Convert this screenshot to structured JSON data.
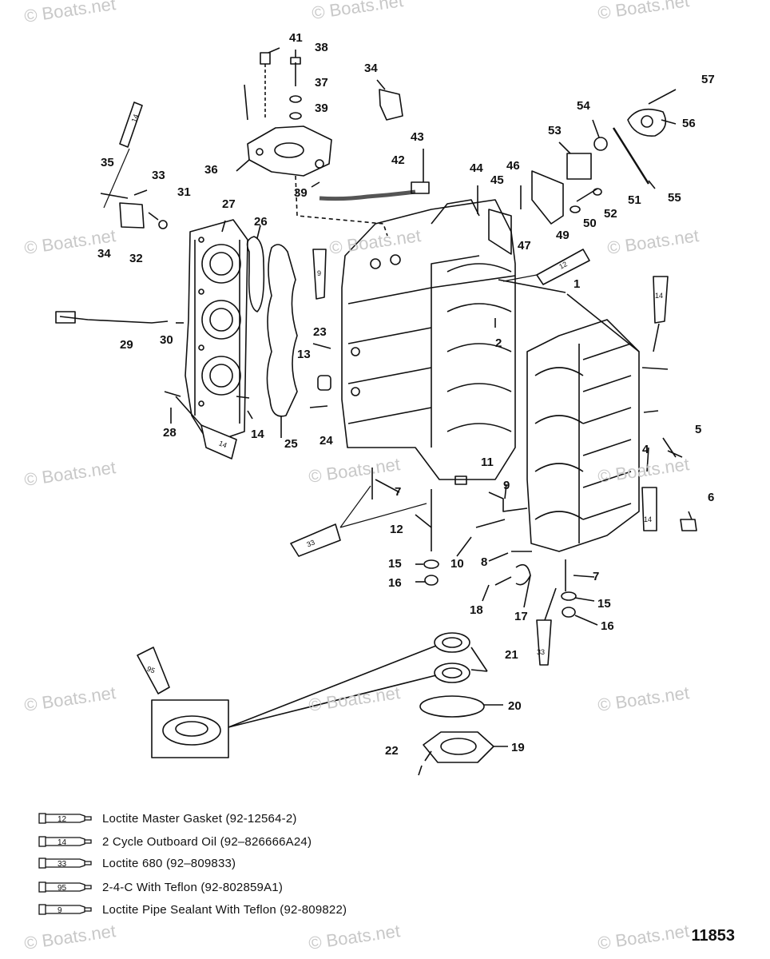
{
  "watermark": "© Boats.net",
  "drawing_number": "11853",
  "callouts": [
    "1",
    "2",
    "4",
    "5",
    "6",
    "7",
    "8",
    "9",
    "10",
    "11",
    "12",
    "13",
    "14",
    "15",
    "16",
    "17",
    "18",
    "19",
    "20",
    "21",
    "22",
    "23",
    "24",
    "25",
    "26",
    "27",
    "28",
    "29",
    "30",
    "31",
    "32",
    "33",
    "34",
    "35",
    "36",
    "37",
    "38",
    "39",
    "41",
    "42",
    "43",
    "44",
    "45",
    "46",
    "47",
    "49",
    "50",
    "51",
    "52",
    "53",
    "54",
    "55",
    "56",
    "57"
  ],
  "tube_codes": [
    "12",
    "14",
    "33",
    "95",
    "9"
  ],
  "legend": [
    {
      "code": "12",
      "text": "Loctite Master Gasket (92-12564-2)"
    },
    {
      "code": "14",
      "text": "2 Cycle Outboard Oil (92–826666A24)"
    },
    {
      "code": "33",
      "text": "Loctite 680 (92–809833)"
    },
    {
      "code": "95",
      "text": "2-4-C With Teflon (92-802859A1)"
    },
    {
      "code": "9",
      "text": "Loctite Pipe Sealant With Teflon (92-809822)"
    }
  ]
}
